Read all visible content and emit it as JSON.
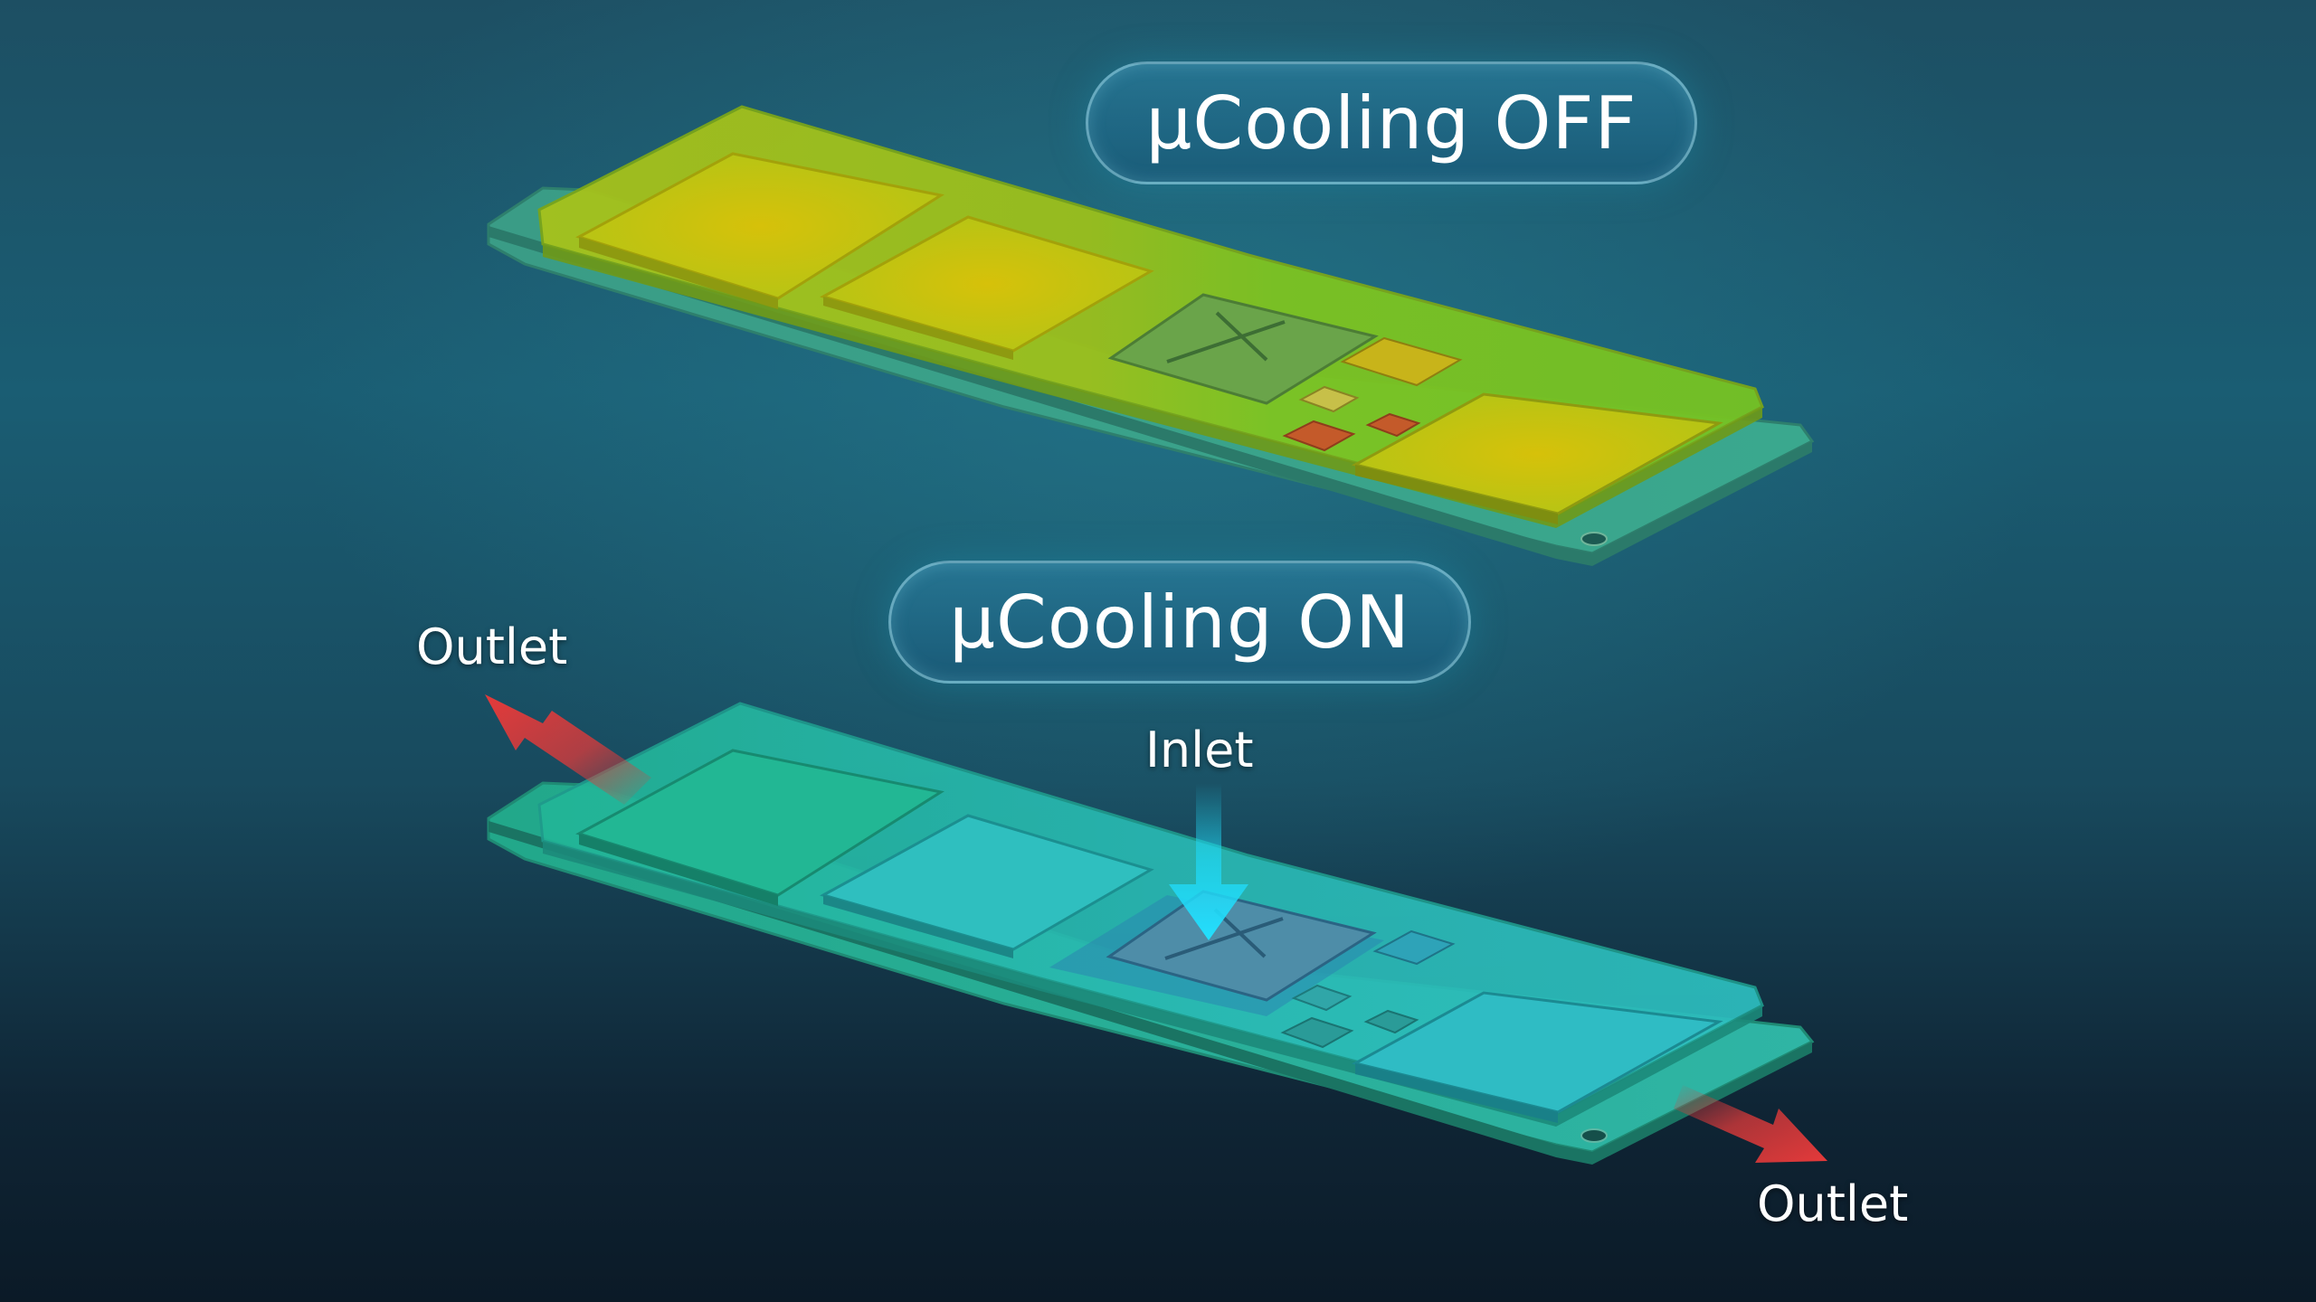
{
  "labels": {
    "cooling_off": "µCooling OFF",
    "cooling_on": "µCooling ON",
    "outlet_left": "Outlet",
    "inlet": "Inlet",
    "outlet_right": "Outlet"
  },
  "colors": {
    "hot_board": "#b8c414",
    "cool_board": "#26b8a8",
    "arrow_outlet": "#e03a3a",
    "arrow_inlet": "#20d8f5",
    "pill_bg": "#1f6f8c"
  },
  "icons": {
    "outlet_arrow": "arrow-icon",
    "inlet_arrow": "arrow-down-icon"
  }
}
